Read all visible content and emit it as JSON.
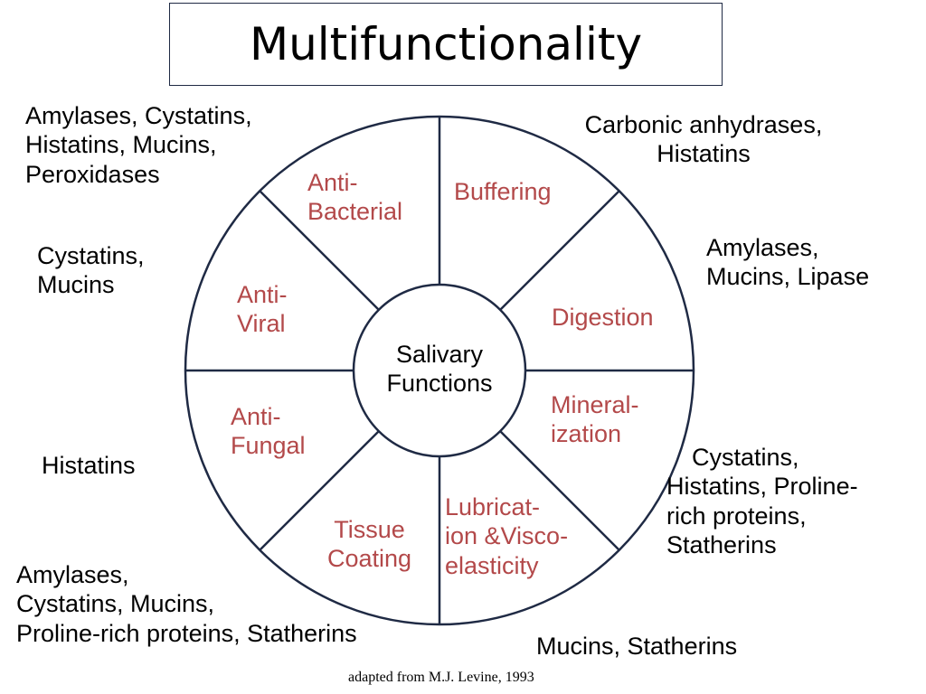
{
  "title": "Multifunctionality",
  "center": {
    "line1": "Salivary",
    "line2": "Functions"
  },
  "functions": {
    "anti_bacterial": [
      "Anti-",
      "Bacterial"
    ],
    "buffering": [
      "Buffering"
    ],
    "anti_viral": [
      "Anti-",
      "Viral"
    ],
    "digestion": [
      "Digestion"
    ],
    "anti_fungal": [
      "Anti-",
      "Fungal"
    ],
    "mineralization": [
      "Mineral-",
      "ization"
    ],
    "tissue_coating": [
      "Tissue",
      "Coating"
    ],
    "lubrication": [
      "Lubricat-",
      "ion &Visco-",
      "elasticity"
    ]
  },
  "proteins": {
    "anti_bacterial": [
      "Amylases, Cystatins,",
      "Histatins, Mucins,",
      "Peroxidases"
    ],
    "buffering": [
      "Carbonic anhydrases,",
      "Histatins"
    ],
    "anti_viral": [
      "Cystatins,",
      "Mucins"
    ],
    "digestion": [
      "Amylases,",
      "Mucins, Lipase"
    ],
    "anti_fungal": [
      "Histatins"
    ],
    "mineralization": [
      "Cystatins,",
      "Histatins, Proline-",
      "rich proteins,",
      "Statherins"
    ],
    "tissue_coating": [
      "Amylases,",
      "Cystatins, Mucins,",
      "Proline-rich proteins, Statherins"
    ],
    "lubrication": [
      "Mucins, Statherins"
    ]
  },
  "credit": "adapted from M.J. Levine, 1993",
  "colors": {
    "function_text": "#b3494a",
    "wheel_stroke": "#1f2a44"
  }
}
